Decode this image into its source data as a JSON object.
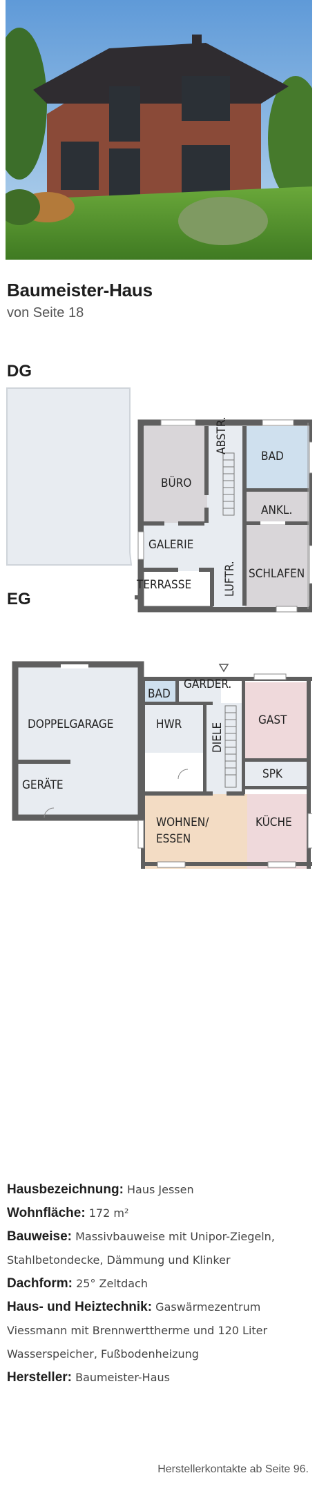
{
  "header": {
    "title": "Baumeister-Haus",
    "subtitle": "von Seite 18"
  },
  "floors": {
    "dg": {
      "label": "DG",
      "rooms": {
        "buero": "BÜRO",
        "abstr": "ABSTR.",
        "bad": "BAD",
        "ankl": "ANKL.",
        "galerie": "GALERIE",
        "luftr": "LUFTR.",
        "schlafen": "SCHLAFEN",
        "terrasse": "TERRASSE"
      }
    },
    "eg": {
      "label": "EG",
      "rooms": {
        "doppelgarage": "DOPPELGARAGE",
        "geraete": "GERÄTE",
        "bad": "BAD",
        "garder": "GARDER.",
        "hwr": "HWR",
        "diele": "DIELE",
        "gast": "GAST",
        "spk": "SPK",
        "wohnen1": "WOHNEN/",
        "wohnen2": "ESSEN",
        "kueche": "KÜCHE"
      }
    }
  },
  "specs": [
    {
      "key": "Hausbezeichnung:",
      "value": "Haus Jessen"
    },
    {
      "key": "Wohnfläche:",
      "value": "172 m²"
    },
    {
      "key": "Bauweise:",
      "value": "Massivbauweise mit Unipor-Ziegeln,"
    },
    {
      "key": "",
      "value": "Stahlbetondecke, Dämmung und Klinker"
    },
    {
      "key": "Dachform:",
      "value": "25° Zeltdach"
    },
    {
      "key": "Haus- und Heiztechnik:",
      "value": "Gaswärmezentrum"
    },
    {
      "key": "",
      "value": "Viessmann mit Brennwerttherme und 120 Liter"
    },
    {
      "key": "",
      "value": "Wasserspeicher, Fußbodenheizung"
    },
    {
      "key": "Hersteller:",
      "value": "Baumeister-Haus"
    }
  ],
  "footer": {
    "text": "Herstellerkontakte ab Seite 96."
  },
  "colors": {
    "wall": "#5f5f5f",
    "room_gray": "#d9d6d9",
    "room_blue": "#cfe0ee",
    "room_peach": "#f3dcc4",
    "room_pink": "#efd9db",
    "room_light": "#e8ecf1",
    "sky": "#7fb0e0",
    "brick": "#8a4a38",
    "lawn": "#4f8a2c"
  }
}
